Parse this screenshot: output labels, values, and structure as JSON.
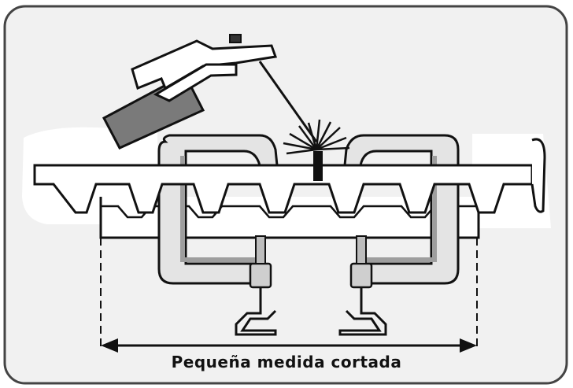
{
  "diagram": {
    "caption": "Pequeña medida cortada",
    "colors": {
      "frame_bg": "#f1f1f1",
      "frame_border": "#444444",
      "outline": "#111111",
      "clamp_fill": "#e4e4e4",
      "clamp_inner": "#9e9e9e",
      "holder_handle": "#7a7a7a",
      "spark": "#111111"
    },
    "parts": [
      "welding-electrode-holder",
      "sawtooth-bar-top",
      "sawtooth-bar-bottom",
      "c-clamp-left",
      "c-clamp-right",
      "weld-spark",
      "measure-arrow"
    ]
  }
}
